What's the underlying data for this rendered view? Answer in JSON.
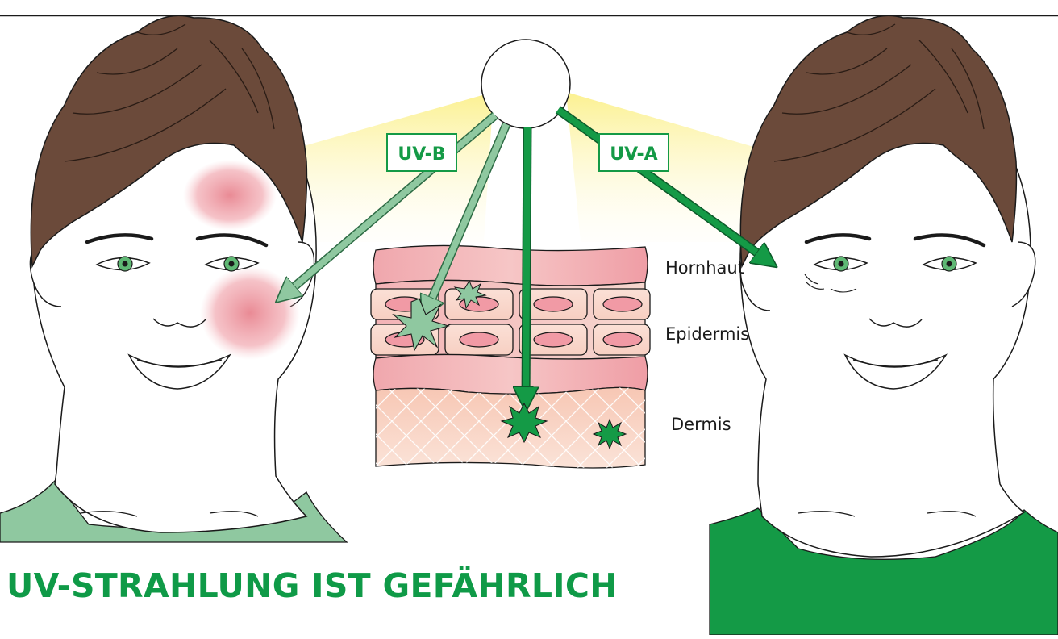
{
  "headline": "UV-STRAHLUNG IST GEFÄHRLICH",
  "rays": {
    "uvb_label": "UV-B",
    "uva_label": "UV-A"
  },
  "skin_layers": {
    "hornhaut": "Hornhaut",
    "epidermis": "Epidermis",
    "dermis": "Dermis"
  },
  "colors": {
    "uva_green": "#149a46",
    "uvb_light_green": "#8fc8a0",
    "headline_green": "#0f9a47",
    "hair_brown": "#6b4a3a",
    "burn_red": "#e8848f",
    "skin_pink": "#f2a9b0",
    "sun_glow": "#fbf5a8"
  }
}
